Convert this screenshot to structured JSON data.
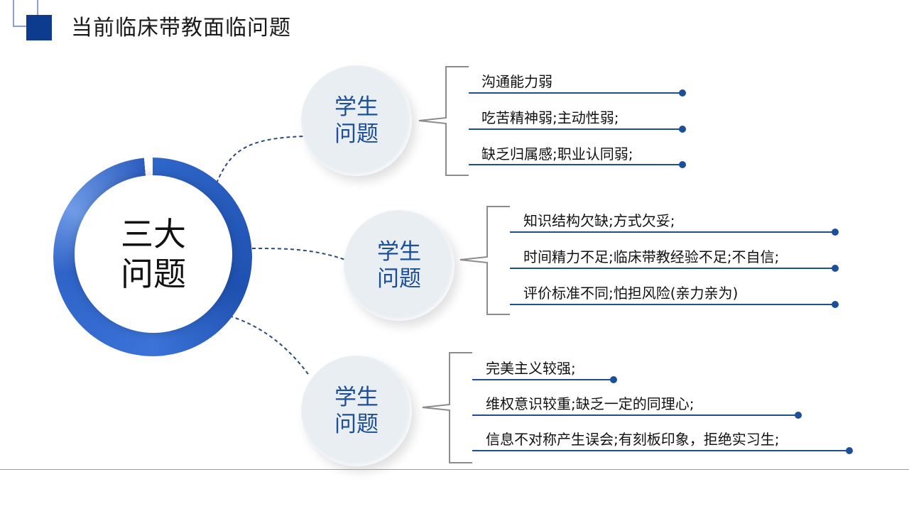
{
  "header": {
    "title": "当前临床带教面临问题"
  },
  "center": {
    "line1": "三大",
    "line2": "问题"
  },
  "groups": [
    {
      "label_line1": "学生",
      "label_line2": "问题",
      "items": [
        "沟通能力弱",
        "吃苦精神弱;主动性弱;",
        "缺乏归属感;职业认同弱;"
      ]
    },
    {
      "label_line1": "学生",
      "label_line2": "问题",
      "items": [
        "知识结构欠缺;方式欠妥;",
        "时间精力不足;临床带教经验不足;不自信;",
        "评价标准不同;怕担风险(亲力亲为)"
      ]
    },
    {
      "label_line1": "学生",
      "label_line2": "问题",
      "items": [
        "完美主义较强;",
        "维权意识较重;缺乏一定的同理心;",
        "信息不对称产生误会;有刻板印象，拒绝实习生;"
      ]
    }
  ],
  "colors": {
    "accent": "#0d3b8e",
    "ring": "#2e66c9",
    "label": "#1d4f98",
    "underline": "#1d4f98",
    "connector": "#2b4c7a"
  }
}
